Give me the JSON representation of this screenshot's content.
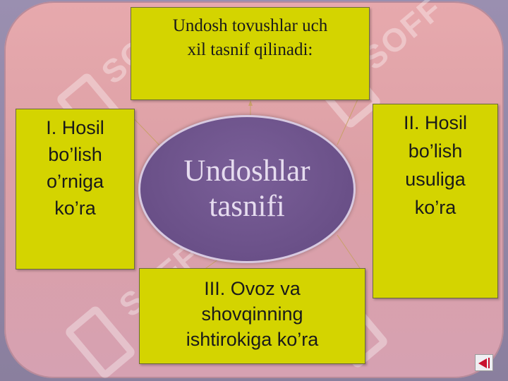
{
  "center": {
    "line1": "Undoshlar",
    "line2": "tasnifi"
  },
  "top_box": {
    "line1": "Undosh tovushlar uch",
    "line2": "xil tasnif qilinadi:"
  },
  "left_box": {
    "lines": [
      "I. Hosil",
      "bo’lish",
      "o’rniga",
      "ko’ra"
    ]
  },
  "right_box": {
    "lines": [
      "II. Hosil",
      "bo’lish",
      "usuliga",
      "ko’ra"
    ]
  },
  "bottom_box": {
    "lines": [
      "III. Ovoz va",
      "shovqinning",
      "ishtirokiga ko’ra"
    ]
  },
  "watermark_text": "SOFF",
  "colors": {
    "box": "#d4d400",
    "oval": "#6a5088",
    "panel": "#e0a3a8",
    "nav_arrow": "#c8102e"
  },
  "icons": {
    "nav": "back-arrow-icon"
  }
}
